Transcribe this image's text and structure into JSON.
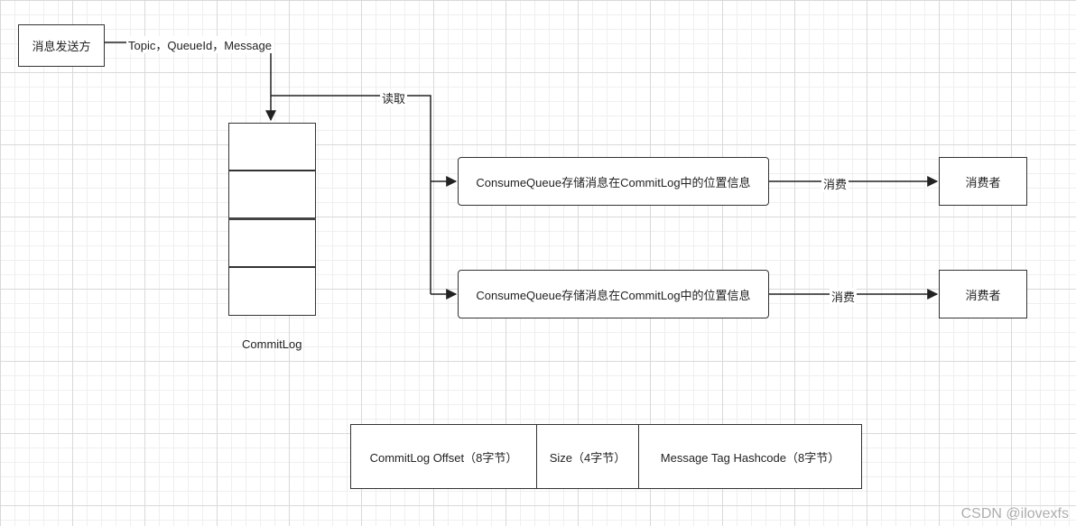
{
  "producer": {
    "label": "消息发送方"
  },
  "send_edge": {
    "label": "Topic，QueueId，Message"
  },
  "read_edge": {
    "label": "读取"
  },
  "commitlog": {
    "label": "CommitLog",
    "cells": 4
  },
  "consume_queues": [
    {
      "label": "ConsumeQueue存储消息在CommitLog中的位置信息",
      "edge_label": "消费",
      "consumer": "消费者"
    },
    {
      "label": "ConsumeQueue存储消息在CommitLog中的位置信息",
      "edge_label": "消费",
      "consumer": "消费者"
    }
  ],
  "entry_structure": [
    {
      "label": "CommitLog Offset（8字节）"
    },
    {
      "label": "Size（4字节）"
    },
    {
      "label": "Message Tag Hashcode（8字节）"
    }
  ],
  "watermark": "CSDN @ilovexfs"
}
